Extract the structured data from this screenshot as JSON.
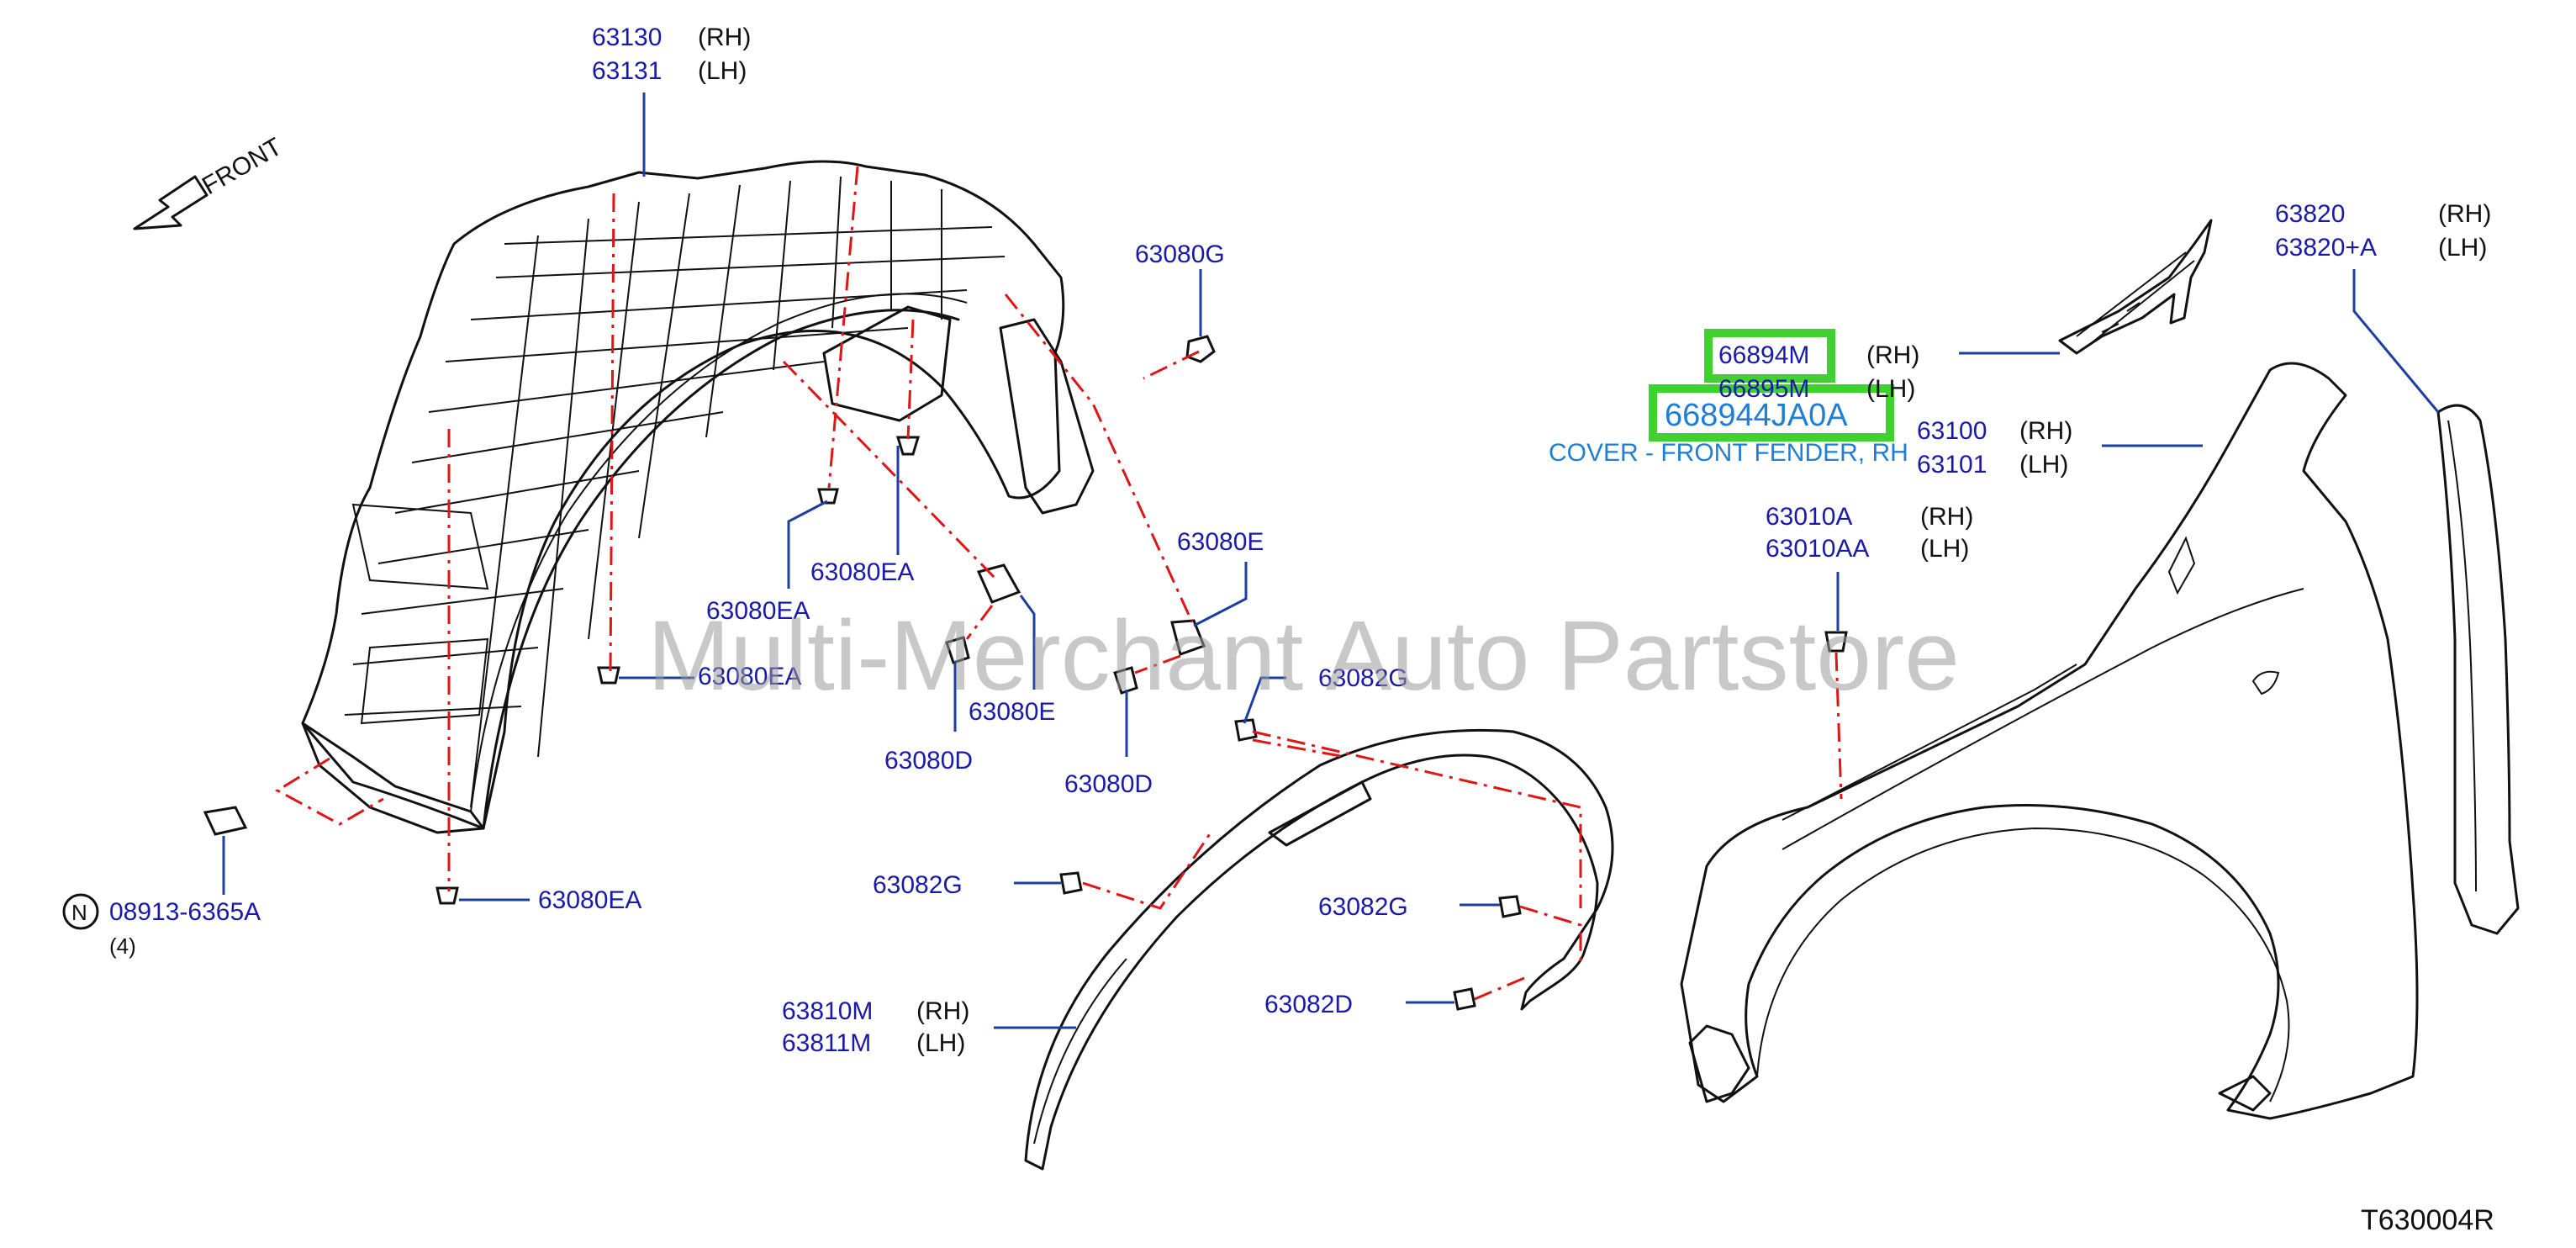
{
  "watermark": "Multi-Merchant Auto Partstore",
  "drawing_code": "T630004R",
  "front_indicator": "FRONT",
  "highlight": {
    "part_number": "668944JA0A",
    "description": "COVER - FRONT FENDER, RH"
  },
  "callouts": {
    "c63130": "63130",
    "c63130_side": "(RH)",
    "c63131": "63131",
    "c63131_side": "(LH)",
    "c63080g": "63080G",
    "c66894m": "66894M",
    "c66894m_side": "(RH)",
    "c66895m": "66895M",
    "c66895m_side": "(LH)",
    "c63820": "63820",
    "c63820_side": "(RH)",
    "c63820a": "63820+A",
    "c63820a_side": "(LH)",
    "c63100": "63100",
    "c63100_side": "(RH)",
    "c63101": "63101",
    "c63101_side": "(LH)",
    "c63010a": "63010A",
    "c63010a_side": "(RH)",
    "c63010aa": "63010AA",
    "c63010aa_side": "(LH)",
    "c63080ea_top": "63080EA",
    "c63080ea_left": "63080EA",
    "c63080ea_mid": "63080EA",
    "c63080ea_bottom": "63080EA",
    "c63080e_right": "63080E",
    "c63080e_left": "63080E",
    "c63080d_left": "63080D",
    "c63080d_right": "63080D",
    "c63082g_top": "63082G",
    "c63082g_left": "63082G",
    "c63082g_right": "63082G",
    "c63082d": "63082D",
    "c63810m": "63810M",
    "c63810m_side": "(RH)",
    "c63811m": "63811M",
    "c63811m_side": "(LH)",
    "c08913_marker": "N",
    "c08913": "08913-6365A",
    "c08913_qty": "(4)"
  }
}
